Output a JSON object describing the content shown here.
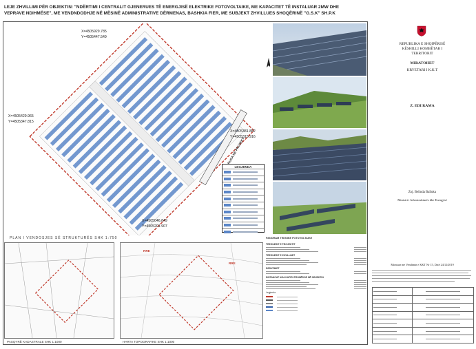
{
  "header": {
    "line1": "LEJE ZHVILLIMI PËR OBJEKTIN: \"NDËRTIMI I CENTRALIT GJENERUES TË ENERGJISË ELEKTRIKE FOTOVOLTAIKE, ME KAPACITET TË INSTALUAR 2MW DHE",
    "line2": "VEPRAVE NDIHMËSE\", ME VENDNDODHJE NË MËSINË ADMINISTRATIVE DËRMENAS, BASHKIA FIER, ME SUBJEKT ZHVILLUES SHOQËRINË \"G.S.K\" SH.P.K"
  },
  "plan": {
    "coord_top": [
      "X=4505929.785",
      "Y=4505447.549"
    ],
    "coord_left": [
      "X=4505429.965",
      "Y=4505347.815"
    ],
    "coord_right": [
      "X=4505381.882",
      "Y=4505315.916"
    ],
    "coord_bottom": [
      "X=4505046.849",
      "Y=4505201.907"
    ],
    "road_label": "RRUGA NË PROJEKT",
    "legend_title": "LEGJENDA",
    "caption": "PLAN I VENDOSJES SË STRUKTURËS SHK 1:750"
  },
  "cadastral": {
    "caption": "PASQYRË KADASTRALE   SHK 1:1000"
  },
  "topographic": {
    "caption": "HARTA TOPOGRAFIKE   SHK 1:1000",
    "label_a": "RRE",
    "label_b": "RRE"
  },
  "data_block": {
    "title": "PANORAM TEKNIKE FOTOVOLTAIKE",
    "subtitle_1": "TREGUESIT E PROJEKTIT",
    "subtitle_2": "TREGUESIT E ZHVILLIMIT",
    "subtitle_3": "DESHTIMET",
    "subtitle_4": "DISTANCAT NGA KUFIRI PRONËSOR NË OBJEKTIN",
    "legend_label": "Legjenda"
  },
  "republic": {
    "line1": "REPUBLIKA E SHQIPËRISË",
    "line2": "KËSHILLI KOMBËTAR I",
    "line3": "TERRITORIT",
    "approved": "MIRATOHET",
    "role": "KRYETARI I K.K.T",
    "name": "Z. EDI RAMA",
    "deputy": "Zoj. Belinda Balluku",
    "ministry": "Ministri i Infrastrukturës dhe Energjisë",
    "decision": "Miratuar me Vendimin e KKT Nr 15, Datë 24/12/2019"
  },
  "colors": {
    "boundary": "#c0392b",
    "panel": "#5b86c7",
    "photo_sky": "#c9d7e6"
  }
}
